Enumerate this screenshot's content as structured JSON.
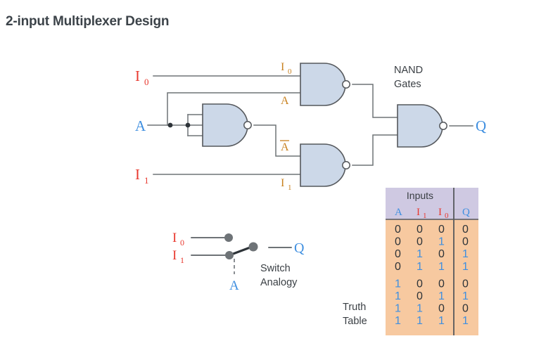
{
  "page": {
    "title": "2-input Multiplexer Design",
    "background": "#ffffff"
  },
  "colors": {
    "input_red": "#e8392f",
    "label_blue": "#3f8fe0",
    "label_orange": "#c8811f",
    "text_dark": "#3a3f44",
    "wire": "#6e7377",
    "gate_fill": "#ccd8e8",
    "gate_stroke": "#55585c",
    "table_header_bg": "#cfc9e2",
    "table_body_bg": "#f7c9a0",
    "divider": "#55585c",
    "digit_zero": "#2d3338",
    "digit_one": "#3f8fe0",
    "switch_node": "#6e7377"
  },
  "circuit": {
    "caption": {
      "nand_line1": "NAND",
      "nand_line2": "Gates"
    },
    "inputs": [
      {
        "name": "input-i0",
        "label": "I",
        "sub": "0",
        "color": "input_red"
      },
      {
        "name": "input-a",
        "label": "A",
        "sub": "",
        "color": "label_blue"
      },
      {
        "name": "input-i1",
        "label": "I",
        "sub": "1",
        "color": "input_red"
      }
    ],
    "pin_labels": [
      {
        "name": "pin-label-i0",
        "label": "I",
        "sub": "0",
        "overline": false
      },
      {
        "name": "pin-label-a",
        "label": "A",
        "sub": "",
        "overline": false
      },
      {
        "name": "pin-label-abar",
        "label": "A",
        "sub": "",
        "overline": true
      },
      {
        "name": "pin-label-i1",
        "label": "I",
        "sub": "1",
        "overline": false
      }
    ],
    "output": {
      "name": "output-q",
      "label": "Q",
      "color": "label_blue"
    },
    "gates": [
      {
        "name": "nand-gate-inverter",
        "type": "NAND"
      },
      {
        "name": "nand-gate-top",
        "type": "NAND"
      },
      {
        "name": "nand-gate-bottom",
        "type": "NAND"
      },
      {
        "name": "nand-gate-output",
        "type": "NAND"
      }
    ]
  },
  "switch_analogy": {
    "caption_line1": "Switch",
    "caption_line2": "Analogy",
    "input_top": {
      "label": "I",
      "sub": "0"
    },
    "input_bottom": {
      "label": "I",
      "sub": "1"
    },
    "control": "A",
    "output": "Q"
  },
  "truth_table": {
    "caption_line1": "Truth",
    "caption_line2": "Table",
    "group_header": "Inputs",
    "columns": [
      {
        "label": "A",
        "sub": "",
        "color": "label_blue"
      },
      {
        "label": "I",
        "sub": "1",
        "color": "input_red"
      },
      {
        "label": "I",
        "sub": "0",
        "color": "input_red"
      },
      {
        "label": "Q",
        "sub": "",
        "color": "label_blue"
      }
    ],
    "rows": [
      {
        "A": "0",
        "I1": "0",
        "I0": "0",
        "Q": "0"
      },
      {
        "A": "0",
        "I1": "0",
        "I0": "1",
        "Q": "0"
      },
      {
        "A": "0",
        "I1": "1",
        "I0": "0",
        "Q": "1"
      },
      {
        "A": "0",
        "I1": "1",
        "I0": "1",
        "Q": "1"
      },
      {
        "A": "1",
        "I1": "0",
        "I0": "0",
        "Q": "0"
      },
      {
        "A": "1",
        "I1": "0",
        "I0": "1",
        "Q": "1"
      },
      {
        "A": "1",
        "I1": "1",
        "I0": "0",
        "Q": "0"
      },
      {
        "A": "1",
        "I1": "1",
        "I0": "1",
        "Q": "1"
      }
    ]
  }
}
